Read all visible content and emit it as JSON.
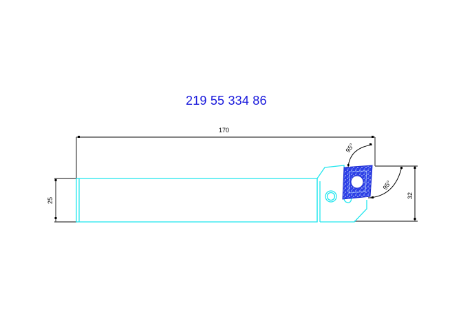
{
  "title": "219 55 334 86",
  "dimensions": {
    "overall_length": "170",
    "shank_height": "25",
    "head_height": "32",
    "angle_top": "95°",
    "angle_right": "95°"
  },
  "colors": {
    "title": "#1a1adc",
    "outline": "#22e6ee",
    "insert": "#2a3fe0",
    "dimension": "#5a5a5a"
  }
}
